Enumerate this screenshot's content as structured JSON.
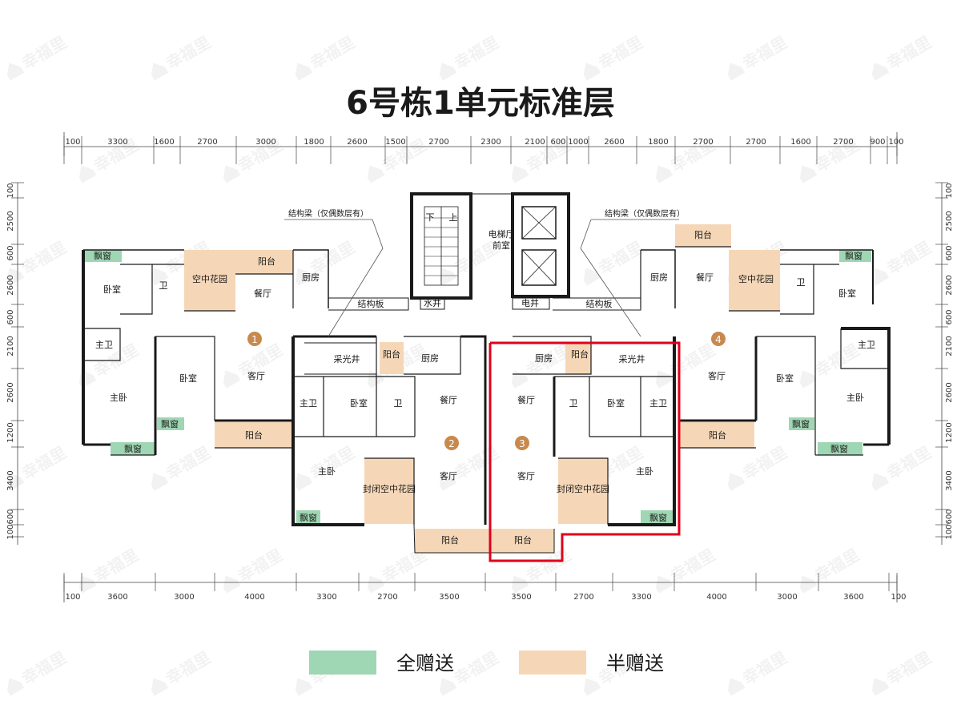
{
  "title": "6号栋1单元标准层",
  "watermark": "幸福里",
  "dims_top": [
    "100",
    "3300",
    "1600",
    "2700",
    "3000",
    "1800",
    "2600",
    "1500",
    "2700",
    "2300",
    "2100",
    "600",
    "1000",
    "2600",
    "1800",
    "2700",
    "2700",
    "1600",
    "2700",
    "900",
    "100"
  ],
  "dims_bottom": [
    "100",
    "3600",
    "3000",
    "4000",
    "3300",
    "2700",
    "3500",
    "3500",
    "2700",
    "3300",
    "4000",
    "3000",
    "3600",
    "100"
  ],
  "dims_left": [
    "100",
    "2500",
    "600",
    "2600",
    "600",
    "2100",
    "2600",
    "1200",
    "3400",
    "600",
    "100"
  ],
  "dims_right": [
    "100",
    "2500",
    "600",
    "2600",
    "600",
    "2100",
    "2600",
    "1200",
    "3400",
    "600",
    "100"
  ],
  "legend": [
    {
      "label": "全赠送",
      "color": "#9fd6b3"
    },
    {
      "label": "半赠送",
      "color": "#f5d7b7"
    }
  ],
  "rooms": {
    "bay_window": "飘窗",
    "bedroom": "卧室",
    "bath": "卫",
    "master_bath": "主卫",
    "master_bedroom": "主卧",
    "sky_garden": "空中花园",
    "balcony": "阳台",
    "kitchen": "厨房",
    "dining": "餐厅",
    "living": "客厅",
    "light_well": "采光井",
    "closed_sky_garden": "封闭空中花园",
    "structure_slab": "结构板",
    "structure_beam": "结构梁（仅偶数层有）",
    "down": "下",
    "up": "上",
    "elevator_hall_1": "电梯厅",
    "elevator_hall_2": "前室",
    "water_well": "水井",
    "electric_well": "电井"
  },
  "units": [
    "1",
    "2",
    "3",
    "4"
  ],
  "colors": {
    "unit_marker": "#c8894e",
    "highlight": "#e0001b",
    "full_gift": "#9fd6b3",
    "half_gift": "#f5d7b7",
    "wall": "#1a1a1a",
    "watermark": "#e8e8e8"
  }
}
